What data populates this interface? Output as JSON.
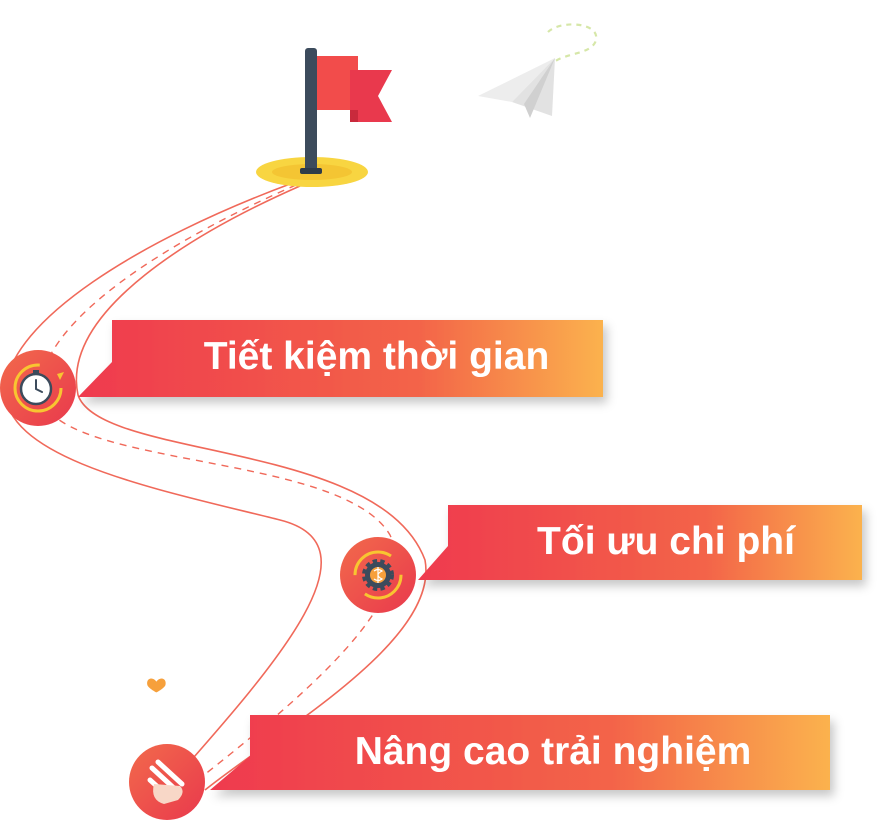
{
  "milestones": [
    {
      "label": "Tiết kiệm thời gian",
      "icon": "stopwatch-icon"
    },
    {
      "label": "Tối ưu chi phí",
      "icon": "gear-dollar-icon"
    },
    {
      "label": "Nâng cao trải nghiệm",
      "icon": "hand-heart-icon"
    }
  ],
  "colors": {
    "banner_start": "#EF3A4F",
    "banner_end": "#FBB24E",
    "badge": "#F04B47",
    "path": "#F0695A",
    "flag": "#F24C4B",
    "pole": "#3C4B5C",
    "flag_base": "#F8D541",
    "plane": "#E9E9E9",
    "plane_trail": "#D6E7A8"
  }
}
